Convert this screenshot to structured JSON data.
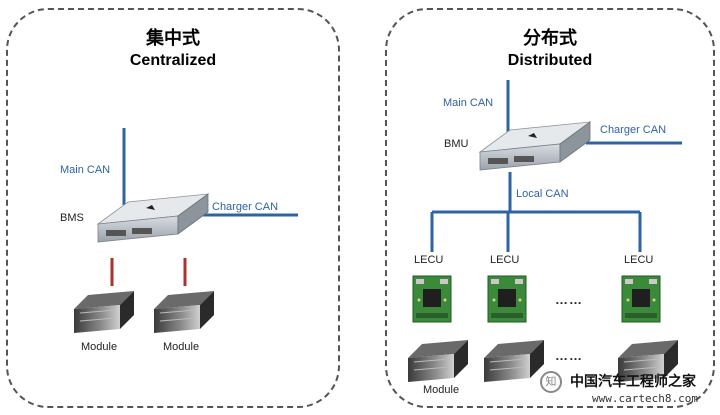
{
  "left": {
    "title_zh": "集中式",
    "title_en": "Centralized",
    "main_can": "Main CAN",
    "bms": "BMS",
    "charger_can": "Charger CAN",
    "module_1": "Module",
    "module_2": "Module"
  },
  "right": {
    "title_zh": "分布式",
    "title_en": "Distributed",
    "main_can": "Main CAN",
    "bmu": "BMU",
    "charger_can": "Charger CAN",
    "local_can": "Local CAN",
    "lecu_1": "LECU",
    "lecu_2": "LECU",
    "lecu_3": "LECU",
    "ellipsis_1": "……",
    "ellipsis_2": "……",
    "module_1": "Module"
  },
  "watermark": {
    "text": "中国汽车工程师之家",
    "url": "www.cartech8.com"
  },
  "colors": {
    "can_line": "#2e63a6",
    "module_link": "#b03030",
    "board": "#3a8a3a"
  }
}
